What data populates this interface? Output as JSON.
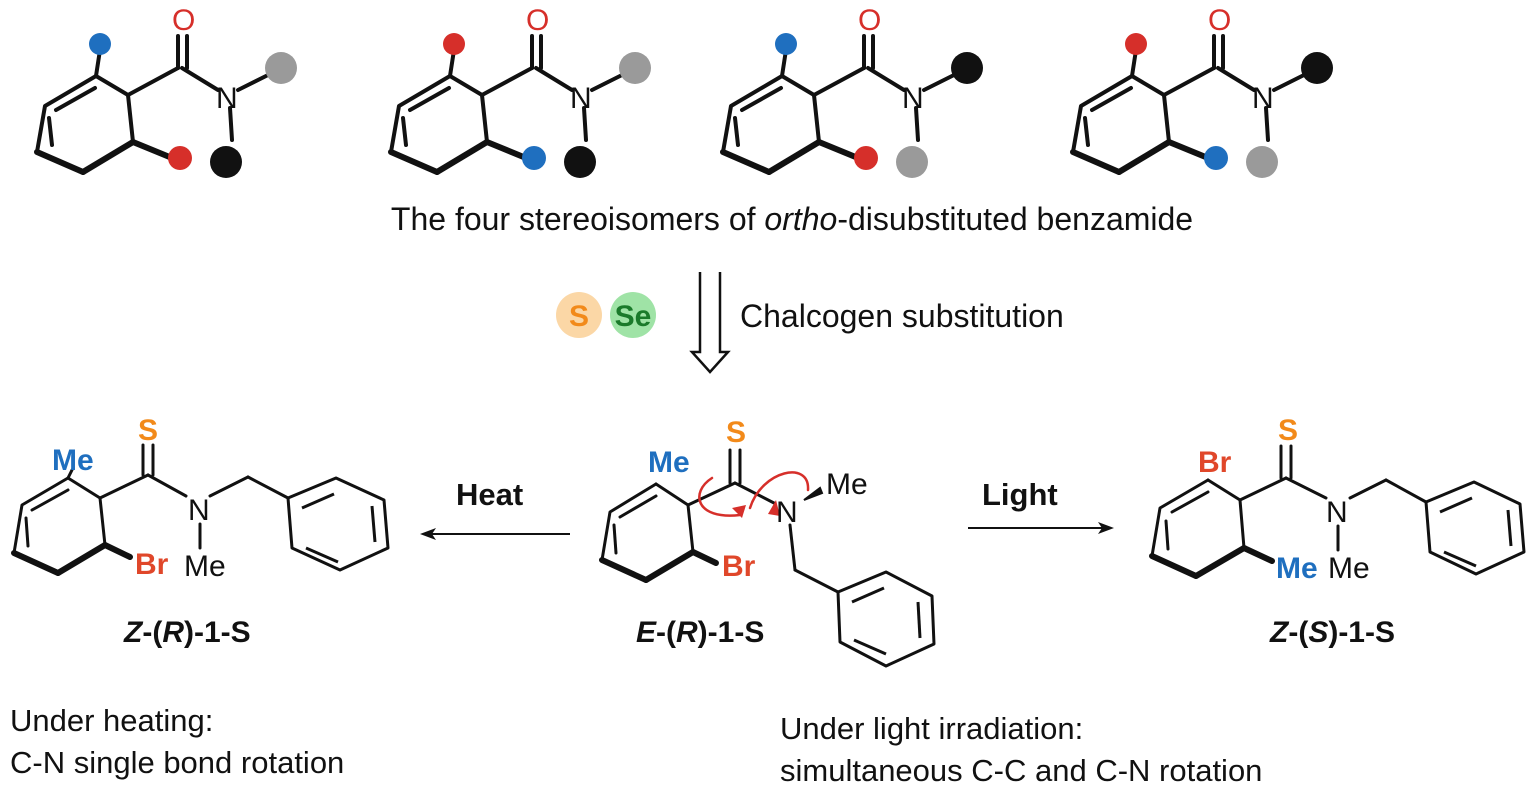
{
  "colors": {
    "oxygen": "#d62f2a",
    "sulfur": "#f28a1a",
    "methyl_blue": "#1f6fbf",
    "bromine_red": "#e0472a",
    "dot_blue": "#1f6fbf",
    "dot_red": "#d62f2a",
    "dot_gray": "#9a9a9a",
    "dot_black": "#111111",
    "sulfur_badge_bg": "#fbd7a6",
    "selenium_badge_bg": "#9fe3a6",
    "selenium_text": "#1a7a2a",
    "rotation_arrow": "#d62f2a"
  },
  "top_row": {
    "caption_pre": "The four stereoisomers of ",
    "caption_italic": "ortho",
    "caption_post": "-disubstituted benzamide",
    "isomers": [
      {
        "carbonyl": "O",
        "amine": "N",
        "ring_top_dot": "blue",
        "ring_bottom_dot": "red",
        "n_right_dot": "gray",
        "n_down_dot": "black"
      },
      {
        "carbonyl": "O",
        "amine": "N",
        "ring_top_dot": "red",
        "ring_bottom_dot": "blue",
        "n_right_dot": "gray",
        "n_down_dot": "black"
      },
      {
        "carbonyl": "O",
        "amine": "N",
        "ring_top_dot": "blue",
        "ring_bottom_dot": "red",
        "n_right_dot": "black",
        "n_down_dot": "gray"
      },
      {
        "carbonyl": "O",
        "amine": "N",
        "ring_top_dot": "red",
        "ring_bottom_dot": "blue",
        "n_right_dot": "black",
        "n_down_dot": "gray"
      }
    ]
  },
  "substitution": {
    "badge_s": "S",
    "badge_se": "Se",
    "label": "Chalcogen substitution"
  },
  "bottom_row": {
    "left": {
      "thione": "S",
      "top_sub": "Me",
      "bottom_sub": "Br",
      "amine": "N",
      "n_methyl": "Me",
      "name_parts": [
        "Z",
        "-(",
        "R",
        ")-1-S"
      ]
    },
    "center": {
      "thione": "S",
      "top_sub": "Me",
      "bottom_sub": "Br",
      "amine": "N",
      "n_methyl": "Me",
      "name_parts": [
        "E",
        "-(",
        "R",
        ")-1-S"
      ]
    },
    "right": {
      "thione": "S",
      "top_sub": "Br",
      "bottom_sub": "Me",
      "amine": "N",
      "n_methyl": "Me",
      "name_parts": [
        "Z",
        "-(",
        "S",
        ")-1-S"
      ]
    },
    "heat_label": "Heat",
    "light_label": "Light"
  },
  "notes": {
    "heating_line1": "Under heating:",
    "heating_line2": "C-N single bond rotation",
    "light_line1": "Under light irradiation:",
    "light_line2": "simultaneous C-C and C-N rotation"
  }
}
